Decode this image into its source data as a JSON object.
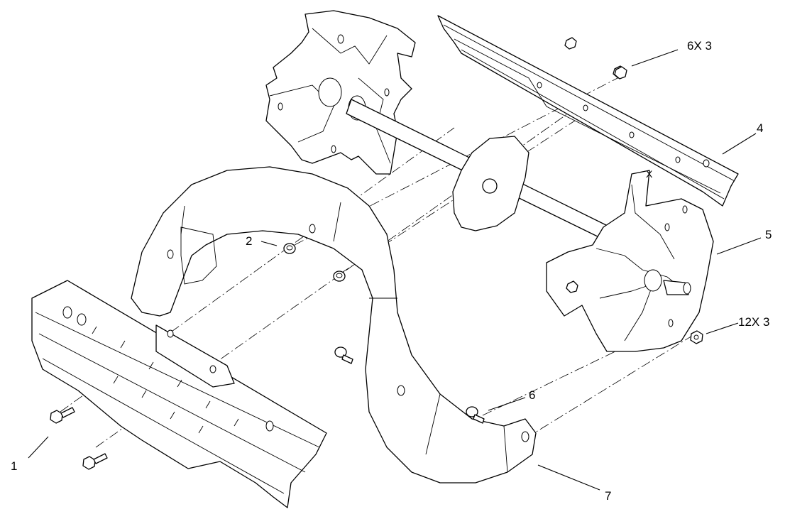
{
  "diagram": {
    "callouts": [
      {
        "id": "c1",
        "label": "1"
      },
      {
        "id": "c2",
        "label": "2"
      },
      {
        "id": "c4",
        "label": "4"
      },
      {
        "id": "c5",
        "label": "5"
      },
      {
        "id": "c6",
        "label": "6"
      },
      {
        "id": "c7",
        "label": "7"
      },
      {
        "id": "c6x3",
        "label": "6X 3"
      },
      {
        "id": "c12x3",
        "label": "12X 3"
      }
    ],
    "mark": "X"
  }
}
